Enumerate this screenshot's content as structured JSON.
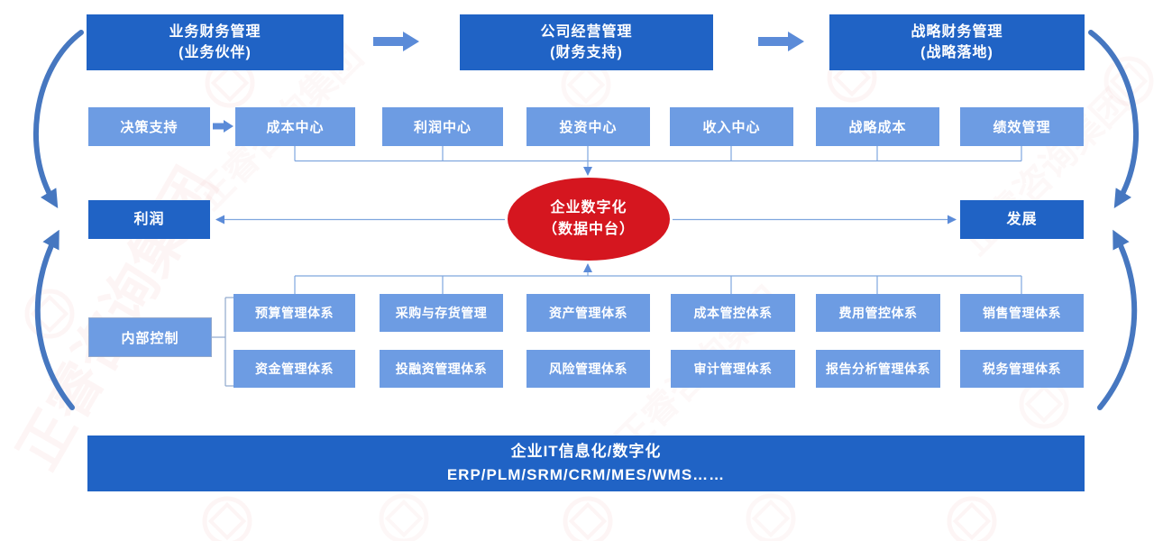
{
  "watermark": {
    "text": "正睿咨询集团"
  },
  "top_flow": [
    {
      "title": "业务财务管理",
      "subtitle": "(业务伙伴)"
    },
    {
      "title": "公司经营管理",
      "subtitle": "(财务支持)"
    },
    {
      "title": "战略财务管理",
      "subtitle": "(战略落地)"
    }
  ],
  "decision_row": {
    "lead": "决策支持",
    "centers": [
      "成本中心",
      "利润中心",
      "投资中心",
      "收入中心",
      "战略成本",
      "绩效管理"
    ]
  },
  "hub": {
    "line1": "企业数字化",
    "line2": "（数据中台）"
  },
  "profit_box": "利润",
  "development_box": "发展",
  "internal_control": "内部控制",
  "systems": {
    "row1": [
      "预算管理体系",
      "采购与存货管理",
      "资产管理体系",
      "成本管控体系",
      "费用管控体系",
      "销售管理体系"
    ],
    "row2": [
      "资金管理体系",
      "投融资管理体系",
      "风险管理体系",
      "审计管理体系",
      "报告分析管理体系",
      "税务管理体系"
    ]
  },
  "footer": {
    "line1": "企业IT信息化/数字化",
    "line2": "ERP/PLM/SRM/CRM/MES/WMS……"
  },
  "colors": {
    "dark_blue": "#2063c5",
    "light_blue": "#6d9ce3",
    "hub_red": "#d5161f",
    "block_arrow_blue": "#5b8bd8",
    "connector_blue": "#7fa6de",
    "curve_arrow_blue": "#4677c0",
    "watermark_pink": "#e8837f"
  }
}
